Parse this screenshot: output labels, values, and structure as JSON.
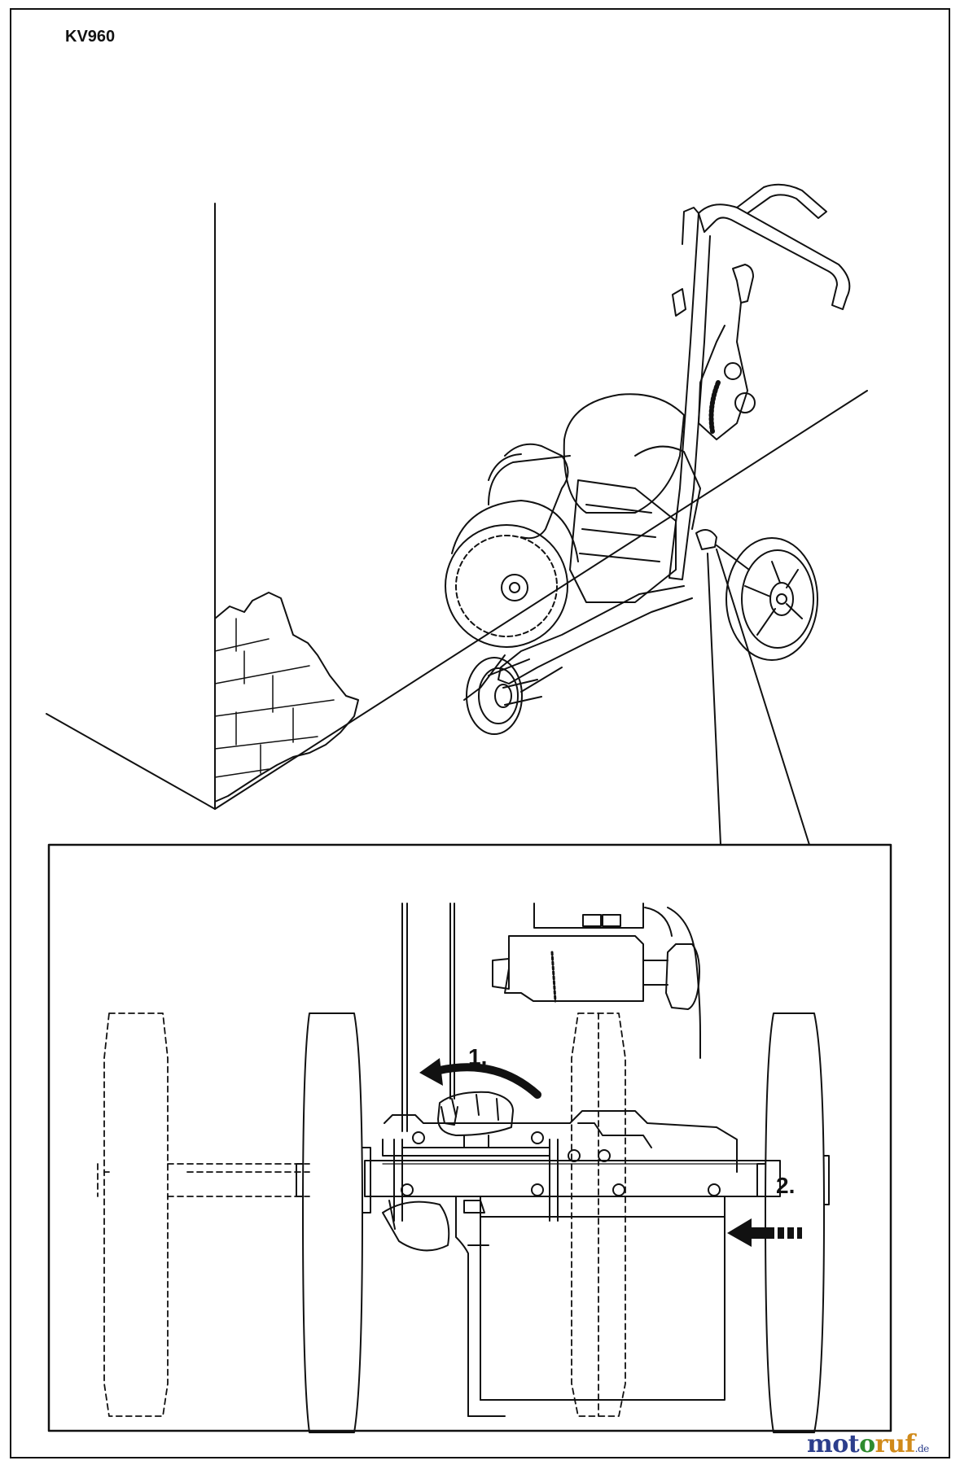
{
  "diagram": {
    "model": "KV960",
    "steps": [
      "1.",
      "2."
    ]
  },
  "watermark": {
    "part1": "mot",
    "part2": "o",
    "part3": "ruf",
    "suffix": ".de"
  },
  "colors": {
    "line": "#111111",
    "watermark_blue": "#2c3e8c",
    "watermark_green": "#2e8b2e",
    "watermark_orange": "#d08a1a"
  }
}
